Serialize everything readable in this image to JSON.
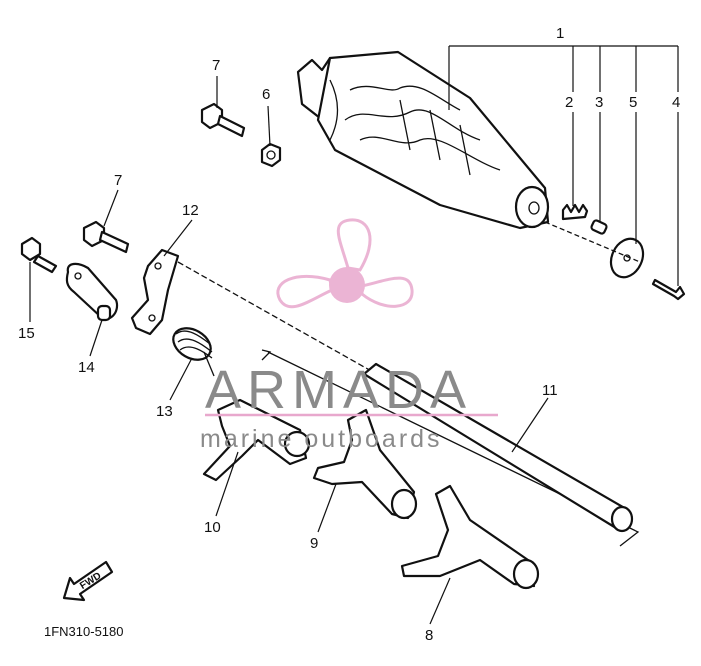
{
  "diagram": {
    "part_code": "1FN310-5180",
    "fwd_label": "FWD",
    "callouts": {
      "c1": "1",
      "c2": "2",
      "c3": "3",
      "c4": "4",
      "c5": "5",
      "c6": "6",
      "c7a": "7",
      "c7b": "7",
      "c8": "8",
      "c9": "9",
      "c10": "10",
      "c11": "11",
      "c12": "12",
      "c13": "13",
      "c14": "14",
      "c15": "15"
    }
  },
  "watermark": {
    "brand": "ARMADA",
    "tagline": "marine outboards",
    "logo_icon": "propeller-icon",
    "color": "#e8a8cd"
  }
}
